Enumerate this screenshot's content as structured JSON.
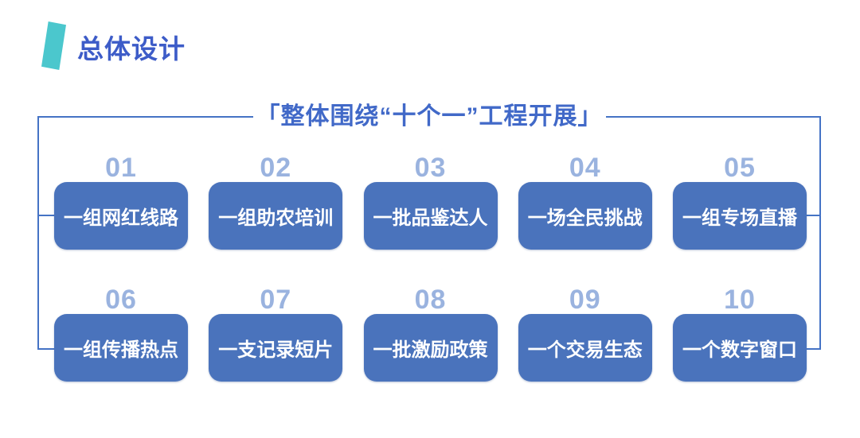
{
  "slide": {
    "section_title": "总体设计",
    "diagram_title": "「整体围绕“十个一”工程开展」",
    "items": [
      {
        "number": "01",
        "label": "一组网红线路"
      },
      {
        "number": "02",
        "label": "一组助农培训"
      },
      {
        "number": "03",
        "label": "一批品鉴达人"
      },
      {
        "number": "04",
        "label": "一场全民挑战"
      },
      {
        "number": "05",
        "label": "一组专场直播"
      },
      {
        "number": "06",
        "label": "一组传播热点"
      },
      {
        "number": "07",
        "label": "一支记录短片"
      },
      {
        "number": "08",
        "label": "一批激励政策"
      },
      {
        "number": "09",
        "label": "一个交易生态"
      },
      {
        "number": "10",
        "label": "一个数字窗口"
      }
    ],
    "colors": {
      "background": "#FFFFFF",
      "accent_line": "#4573C5",
      "title_blue": "#4169C8",
      "header_blue": "#3D5CC8",
      "box_fill": "#4A73BC",
      "box_text": "#FFFFFF",
      "number_blue": "#9AB3DF",
      "teal": "#4BC7CD"
    }
  }
}
